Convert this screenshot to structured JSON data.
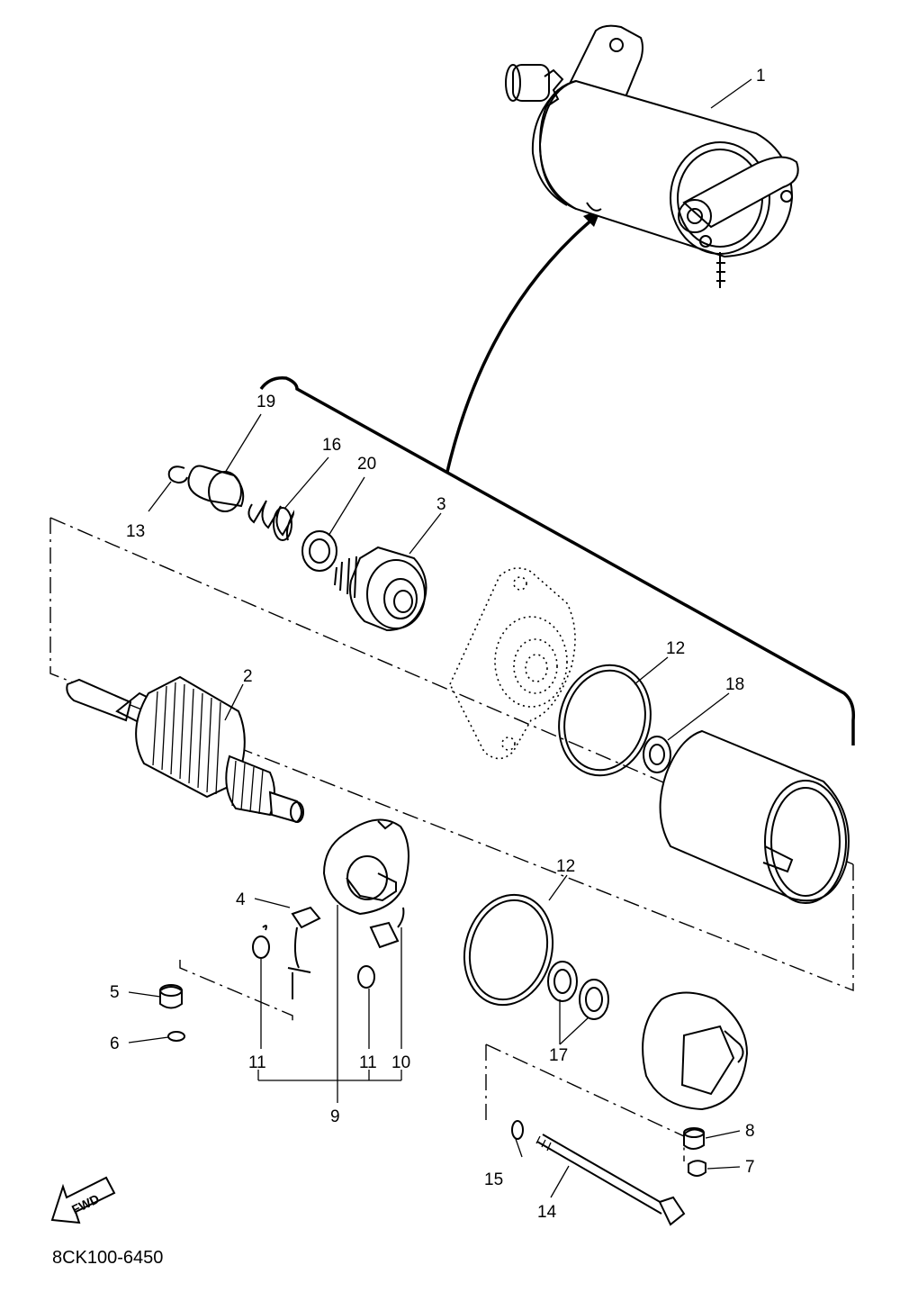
{
  "diagram": {
    "callouts": [
      {
        "id": "1",
        "text": "1"
      },
      {
        "id": "2",
        "text": "2"
      },
      {
        "id": "3",
        "text": "3"
      },
      {
        "id": "4",
        "text": "4"
      },
      {
        "id": "5",
        "text": "5"
      },
      {
        "id": "6",
        "text": "6"
      },
      {
        "id": "7",
        "text": "7"
      },
      {
        "id": "8",
        "text": "8"
      },
      {
        "id": "9",
        "text": "9"
      },
      {
        "id": "10",
        "text": "10"
      },
      {
        "id": "11a",
        "text": "11"
      },
      {
        "id": "11b",
        "text": "11"
      },
      {
        "id": "12a",
        "text": "12"
      },
      {
        "id": "12b",
        "text": "12"
      },
      {
        "id": "13",
        "text": "13"
      },
      {
        "id": "14",
        "text": "14"
      },
      {
        "id": "15",
        "text": "15"
      },
      {
        "id": "16",
        "text": "16"
      },
      {
        "id": "17",
        "text": "17"
      },
      {
        "id": "18",
        "text": "18"
      },
      {
        "id": "19",
        "text": "19"
      },
      {
        "id": "20",
        "text": "20"
      }
    ],
    "fwd_label": "FWD",
    "diagram_code": "8CK100-6450"
  }
}
